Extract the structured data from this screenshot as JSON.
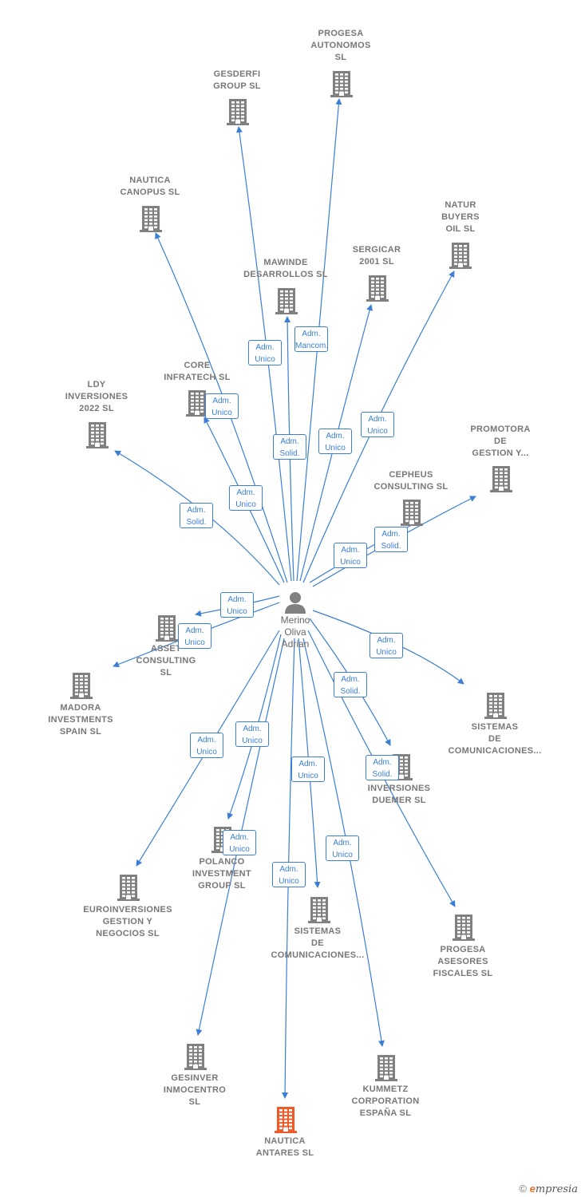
{
  "diagram": {
    "person": {
      "name": "Merino\nOliva\nAdrian",
      "icon": "person-icon"
    },
    "companies": [
      {
        "id": "progesa-autonomos",
        "name": "PROGESA\nAUTONOMOS\nSL"
      },
      {
        "id": "gesderfi-group",
        "name": "GESDERFI\nGROUP  SL"
      },
      {
        "id": "nautica-canopus",
        "name": "NAUTICA\nCANOPUS  SL"
      },
      {
        "id": "natur-buyers-oil",
        "name": "NATUR\nBUYERS\nOIL  SL"
      },
      {
        "id": "sergicar-2001",
        "name": "SERGICAR\n2001  SL"
      },
      {
        "id": "mawinde-desarrollos",
        "name": "MAWINDE\nDESARROLLOS SL"
      },
      {
        "id": "core-infratech",
        "name": "CORE\nINFRATECH  SL"
      },
      {
        "id": "ldy-inversiones",
        "name": "LDY\nINVERSIONES\n2022  SL"
      },
      {
        "id": "promotora-gestion",
        "name": "PROMOTORA\nDE\nGESTION Y..."
      },
      {
        "id": "cepheus-consulting",
        "name": "CEPHEUS\nCONSULTING  SL"
      },
      {
        "id": "asset-consulting",
        "name": "ASSET\nCONSULTING\nSL"
      },
      {
        "id": "madora-investments",
        "name": "MADORA\nINVESTMENTS\nSPAIN  SL"
      },
      {
        "id": "sistemas-comunicaciones-1",
        "name": "SISTEMAS\nDE\nCOMUNICACIONES..."
      },
      {
        "id": "inversiones-duemer",
        "name": "INVERSIONES\nDUEMER  SL"
      },
      {
        "id": "euroinversiones",
        "name": "EUROINVERSIONES\nGESTION Y\nNEGOCIOS  SL"
      },
      {
        "id": "polanco-investment",
        "name": "POLANCO\nINVESTMENT\nGROUP  SL"
      },
      {
        "id": "sistemas-comunicaciones-2",
        "name": "SISTEMAS\nDE\nCOMUNICACIONES..."
      },
      {
        "id": "progesa-asesores",
        "name": "PROGESA\nASESORES\nFISCALES  SL"
      },
      {
        "id": "gesinver-inmocentro",
        "name": "GESINVER\nINMOCENTRO\nSL"
      },
      {
        "id": "kummetz-corporation",
        "name": "KUMMETZ\nCORPORATION\nESPAÑA SL"
      },
      {
        "id": "nautica-antares",
        "name": "NAUTICA\nANTARES  SL",
        "highlight": true
      }
    ],
    "relations": [
      {
        "target": "progesa-autonomos",
        "role": "Adm.\nMancom."
      },
      {
        "target": "gesderfi-group",
        "role": "Adm.\nUnico"
      },
      {
        "target": "nautica-canopus",
        "role": "Adm.\nUnico"
      },
      {
        "target": "natur-buyers-oil",
        "role": "Adm.\nUnico"
      },
      {
        "target": "sergicar-2001",
        "role": "Adm.\nUnico"
      },
      {
        "target": "mawinde-desarrollos",
        "role": "Adm.\nSolid."
      },
      {
        "target": "core-infratech",
        "role": "Adm.\nUnico"
      },
      {
        "target": "ldy-inversiones",
        "role": "Adm.\nSolid."
      },
      {
        "target": "promotora-gestion",
        "role": "Adm.\nSolid."
      },
      {
        "target": "cepheus-consulting",
        "role": "Adm.\nUnico"
      },
      {
        "target": "asset-consulting",
        "role": "Adm.\nUnico"
      },
      {
        "target": "madora-investments",
        "role": "Adm.\nUnico"
      },
      {
        "target": "sistemas-comunicaciones-1",
        "role": "Adm.\nUnico"
      },
      {
        "target": "inversiones-duemer",
        "role": "Adm.\nSolid."
      },
      {
        "target": "euroinversiones",
        "role": "Adm.\nUnico"
      },
      {
        "target": "polanco-investment",
        "role": "Adm.\nUnico"
      },
      {
        "target": "sistemas-comunicaciones-2",
        "role": "Adm.\nUnico"
      },
      {
        "target": "progesa-asesores",
        "role": "Adm.\nSolid."
      },
      {
        "target": "gesinver-inmocentro",
        "role": "Adm.\nUnico"
      },
      {
        "target": "kummetz-corporation",
        "role": "Adm.\nUnico"
      },
      {
        "target": "nautica-antares",
        "role": "Adm.\nUnico"
      }
    ]
  },
  "colors": {
    "edge": "#3a7fd5",
    "building": "#808080",
    "building_highlight": "#f05a28",
    "label": "#777777"
  },
  "footer": {
    "copyright": "©",
    "brand": "mpresia",
    "brand_initial": "e"
  }
}
